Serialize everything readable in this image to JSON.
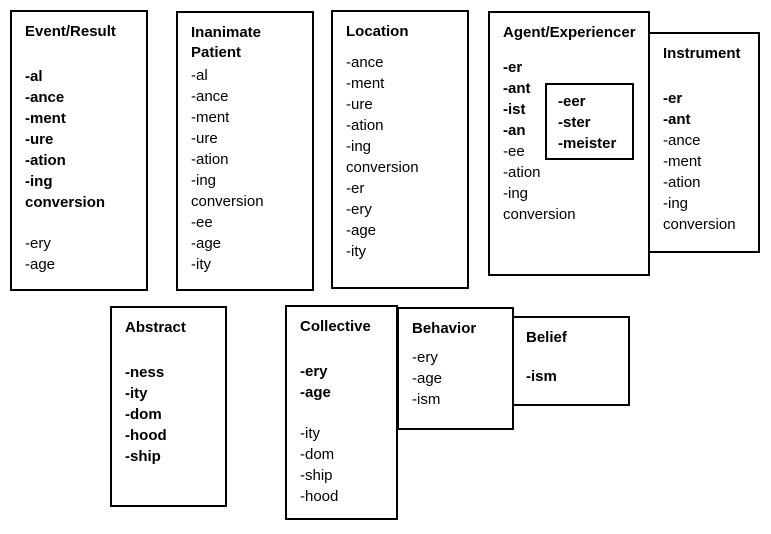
{
  "boxes": {
    "event_result": {
      "title": "Event/Result",
      "items": [
        {
          "text": "-al",
          "bold": true
        },
        {
          "text": "-ance",
          "bold": true
        },
        {
          "text": "-ment",
          "bold": true
        },
        {
          "text": "-ure",
          "bold": true
        },
        {
          "text": "-ation",
          "bold": true
        },
        {
          "text": "-ing",
          "bold": true
        },
        {
          "text": "conversion",
          "bold": true
        },
        {
          "text": "-ery",
          "gap": true
        },
        {
          "text": "-age"
        }
      ]
    },
    "inanimate_patient": {
      "title": "Inanimate Patient",
      "items": [
        {
          "text": "-al"
        },
        {
          "text": "-ance"
        },
        {
          "text": "-ment"
        },
        {
          "text": "-ure"
        },
        {
          "text": "-ation"
        },
        {
          "text": "-ing"
        },
        {
          "text": "conversion"
        },
        {
          "text": "-ee"
        },
        {
          "text": "-age"
        },
        {
          "text": "-ity"
        }
      ]
    },
    "location": {
      "title": "Location",
      "items": [
        {
          "text": "-ance"
        },
        {
          "text": "-ment"
        },
        {
          "text": "-ure"
        },
        {
          "text": "-ation"
        },
        {
          "text": "-ing"
        },
        {
          "text": "conversion"
        },
        {
          "text": "-er"
        },
        {
          "text": "-ery"
        },
        {
          "text": "-age"
        },
        {
          "text": "-ity"
        }
      ]
    },
    "agent_experiencer": {
      "title": "Agent/Experiencer",
      "items": [
        {
          "text": "-er",
          "bold": true
        },
        {
          "text": "-ant",
          "bold": true
        },
        {
          "text": "-ist",
          "bold": true
        },
        {
          "text": "-an",
          "bold": true
        },
        {
          "text": "-ee"
        },
        {
          "text": "-ation"
        },
        {
          "text": "-ing"
        },
        {
          "text": "conversion"
        }
      ],
      "inset_items": [
        {
          "text": "-eer",
          "bold": true
        },
        {
          "text": "-ster",
          "bold": true
        },
        {
          "text": "-meister",
          "bold": true
        }
      ]
    },
    "instrument": {
      "title": "Instrument",
      "items": [
        {
          "text": "-er",
          "bold": true
        },
        {
          "text": "-ant",
          "bold": true
        },
        {
          "text": "-ance"
        },
        {
          "text": "-ment"
        },
        {
          "text": "-ation"
        },
        {
          "text": "-ing"
        },
        {
          "text": "conversion"
        }
      ]
    },
    "abstract": {
      "title": "Abstract",
      "items": [
        {
          "text": "-ness",
          "bold": true
        },
        {
          "text": "-ity",
          "bold": true
        },
        {
          "text": "-dom",
          "bold": true
        },
        {
          "text": "-hood",
          "bold": true
        },
        {
          "text": "-ship",
          "bold": true
        }
      ]
    },
    "collective": {
      "title": "Collective",
      "items": [
        {
          "text": "-ery",
          "bold": true
        },
        {
          "text": "-age",
          "bold": true
        },
        {
          "text": "-ity",
          "gap": true
        },
        {
          "text": "-dom"
        },
        {
          "text": "-ship"
        },
        {
          "text": "-hood"
        }
      ]
    },
    "behavior": {
      "title": "Behavior",
      "items": [
        {
          "text": "-ery"
        },
        {
          "text": "-age"
        },
        {
          "text": "-ism"
        }
      ]
    },
    "belief": {
      "title": "Belief",
      "items": [
        {
          "text": "-ism",
          "bold": true
        }
      ]
    }
  }
}
